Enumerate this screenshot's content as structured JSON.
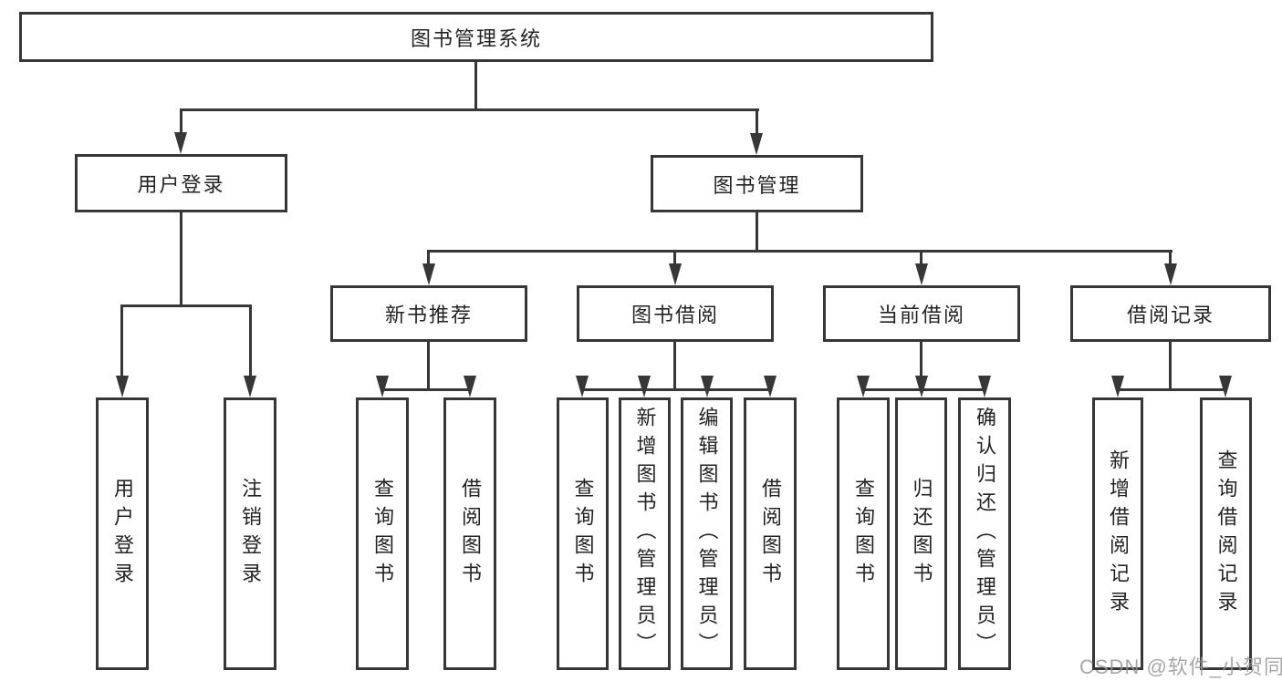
{
  "diagram": {
    "root": {
      "label": "图书管理系统"
    },
    "branches": [
      {
        "label": "用户登录",
        "children": [
          {
            "label": "用户登录"
          },
          {
            "label": "注销登录"
          }
        ]
      },
      {
        "label": "图书管理",
        "children": [
          {
            "label": "新书推荐",
            "children": [
              {
                "label": "查询图书"
              },
              {
                "label": "借阅图书"
              }
            ]
          },
          {
            "label": "图书借阅",
            "children": [
              {
                "label": "查询图书"
              },
              {
                "label": "新增图书（管理员）"
              },
              {
                "label": "编辑图书（管理员）"
              },
              {
                "label": "借阅图书"
              }
            ]
          },
          {
            "label": "当前借阅",
            "children": [
              {
                "label": "查询图书"
              },
              {
                "label": "归还图书"
              },
              {
                "label": "确认归还（管理员）"
              }
            ]
          },
          {
            "label": "借阅记录",
            "children": [
              {
                "label": "新增借阅记录"
              },
              {
                "label": "查询借阅记录"
              }
            ]
          }
        ]
      }
    ]
  },
  "watermark": {
    "text": "CSDN @软件_小贺同学"
  },
  "colors": {
    "line": "#373737",
    "box_border": "#373737",
    "box_fill": "#ffffff",
    "text": "#232323",
    "watermark": "#949494",
    "background": "#ffffff"
  }
}
